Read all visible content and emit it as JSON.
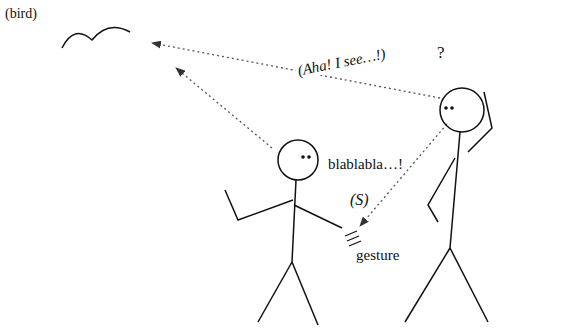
{
  "diagram": {
    "labels": [
      "(bird)",
      "(Aha! I see…!)",
      "blablabla…!",
      "(S)",
      "gesture",
      "?"
    ]
  }
}
